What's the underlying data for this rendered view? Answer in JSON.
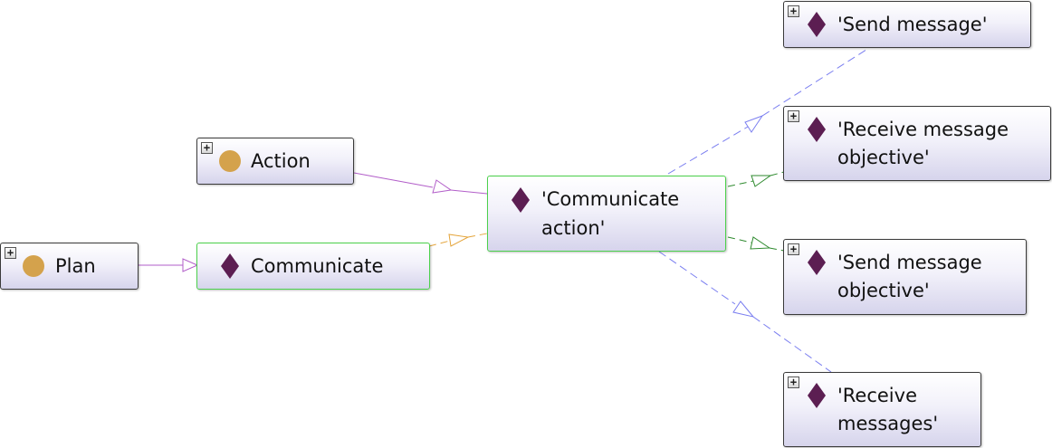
{
  "nodes": {
    "action": {
      "label": "Action",
      "icon": "class-circle-icon"
    },
    "plan": {
      "label": "Plan",
      "icon": "class-circle-icon"
    },
    "communicate": {
      "label": "Communicate",
      "icon": "individual-diamond-icon"
    },
    "communicate_action": {
      "label_line1": "'Communicate",
      "label_line2": "action'",
      "icon": "individual-diamond-icon"
    },
    "send_message": {
      "label": "'Send message'",
      "icon": "individual-diamond-icon"
    },
    "receive_message_objective": {
      "label_line1": "'Receive message",
      "label_line2": "objective'",
      "icon": "individual-diamond-icon"
    },
    "send_message_objective": {
      "label_line1": "'Send message",
      "label_line2": "objective'",
      "icon": "individual-diamond-icon"
    },
    "receive_messages": {
      "label_line1": "'Receive",
      "label_line2": "messages'",
      "icon": "individual-diamond-icon"
    }
  },
  "colors": {
    "class_circle": "#d4a24c",
    "individual_diamond": "#5c1e52",
    "subclass_edge": "#b25ec9",
    "type_edge": "#e4a43a",
    "blue_edge": "#7a7ef0",
    "green_edge": "#2e8a2e",
    "selected_border": "#4cd14c"
  }
}
